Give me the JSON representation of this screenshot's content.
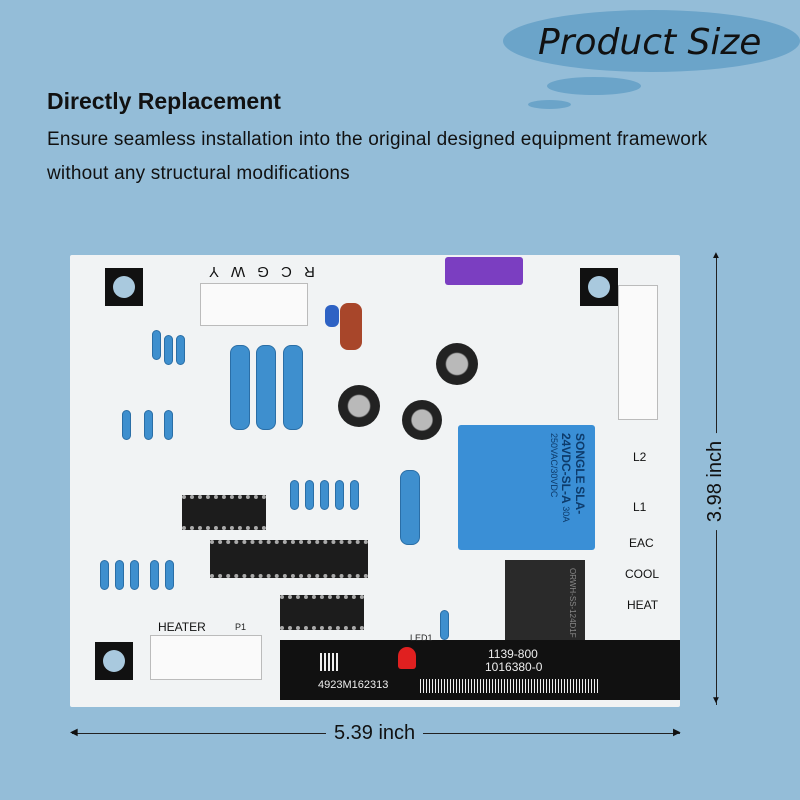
{
  "header": {
    "title": "Product Size"
  },
  "intro": {
    "heading": "Directly Replacement",
    "line1": "Ensure seamless installation into the original designed equipment framework",
    "line2": "without any structural modifications"
  },
  "board": {
    "top_connector_label": "R C G W  Y",
    "terminals": [
      "L2",
      "L1",
      "EAC",
      "COOL",
      "HEAT"
    ],
    "heater_label": "HEATER",
    "p1_label": "P1",
    "part_number": "1139-800",
    "part_number2": "1016380-0",
    "serial": "4923M162313",
    "relay_k1": {
      "brand": "SONGLE",
      "model": "SLA-24VDC-SL-A",
      "rating": "30A 250VAC/30VDC"
    },
    "relay_k2": {
      "model": "ORWH-SS-124D1F"
    },
    "led_label": "LED1"
  },
  "dimensions": {
    "width": "5.39 inch",
    "height": "3.98 inch"
  },
  "colors": {
    "background": "#94bdd8",
    "bubble": "#6ba4c9",
    "relay": "#3a8fd6",
    "board": "#f1f3f4"
  }
}
